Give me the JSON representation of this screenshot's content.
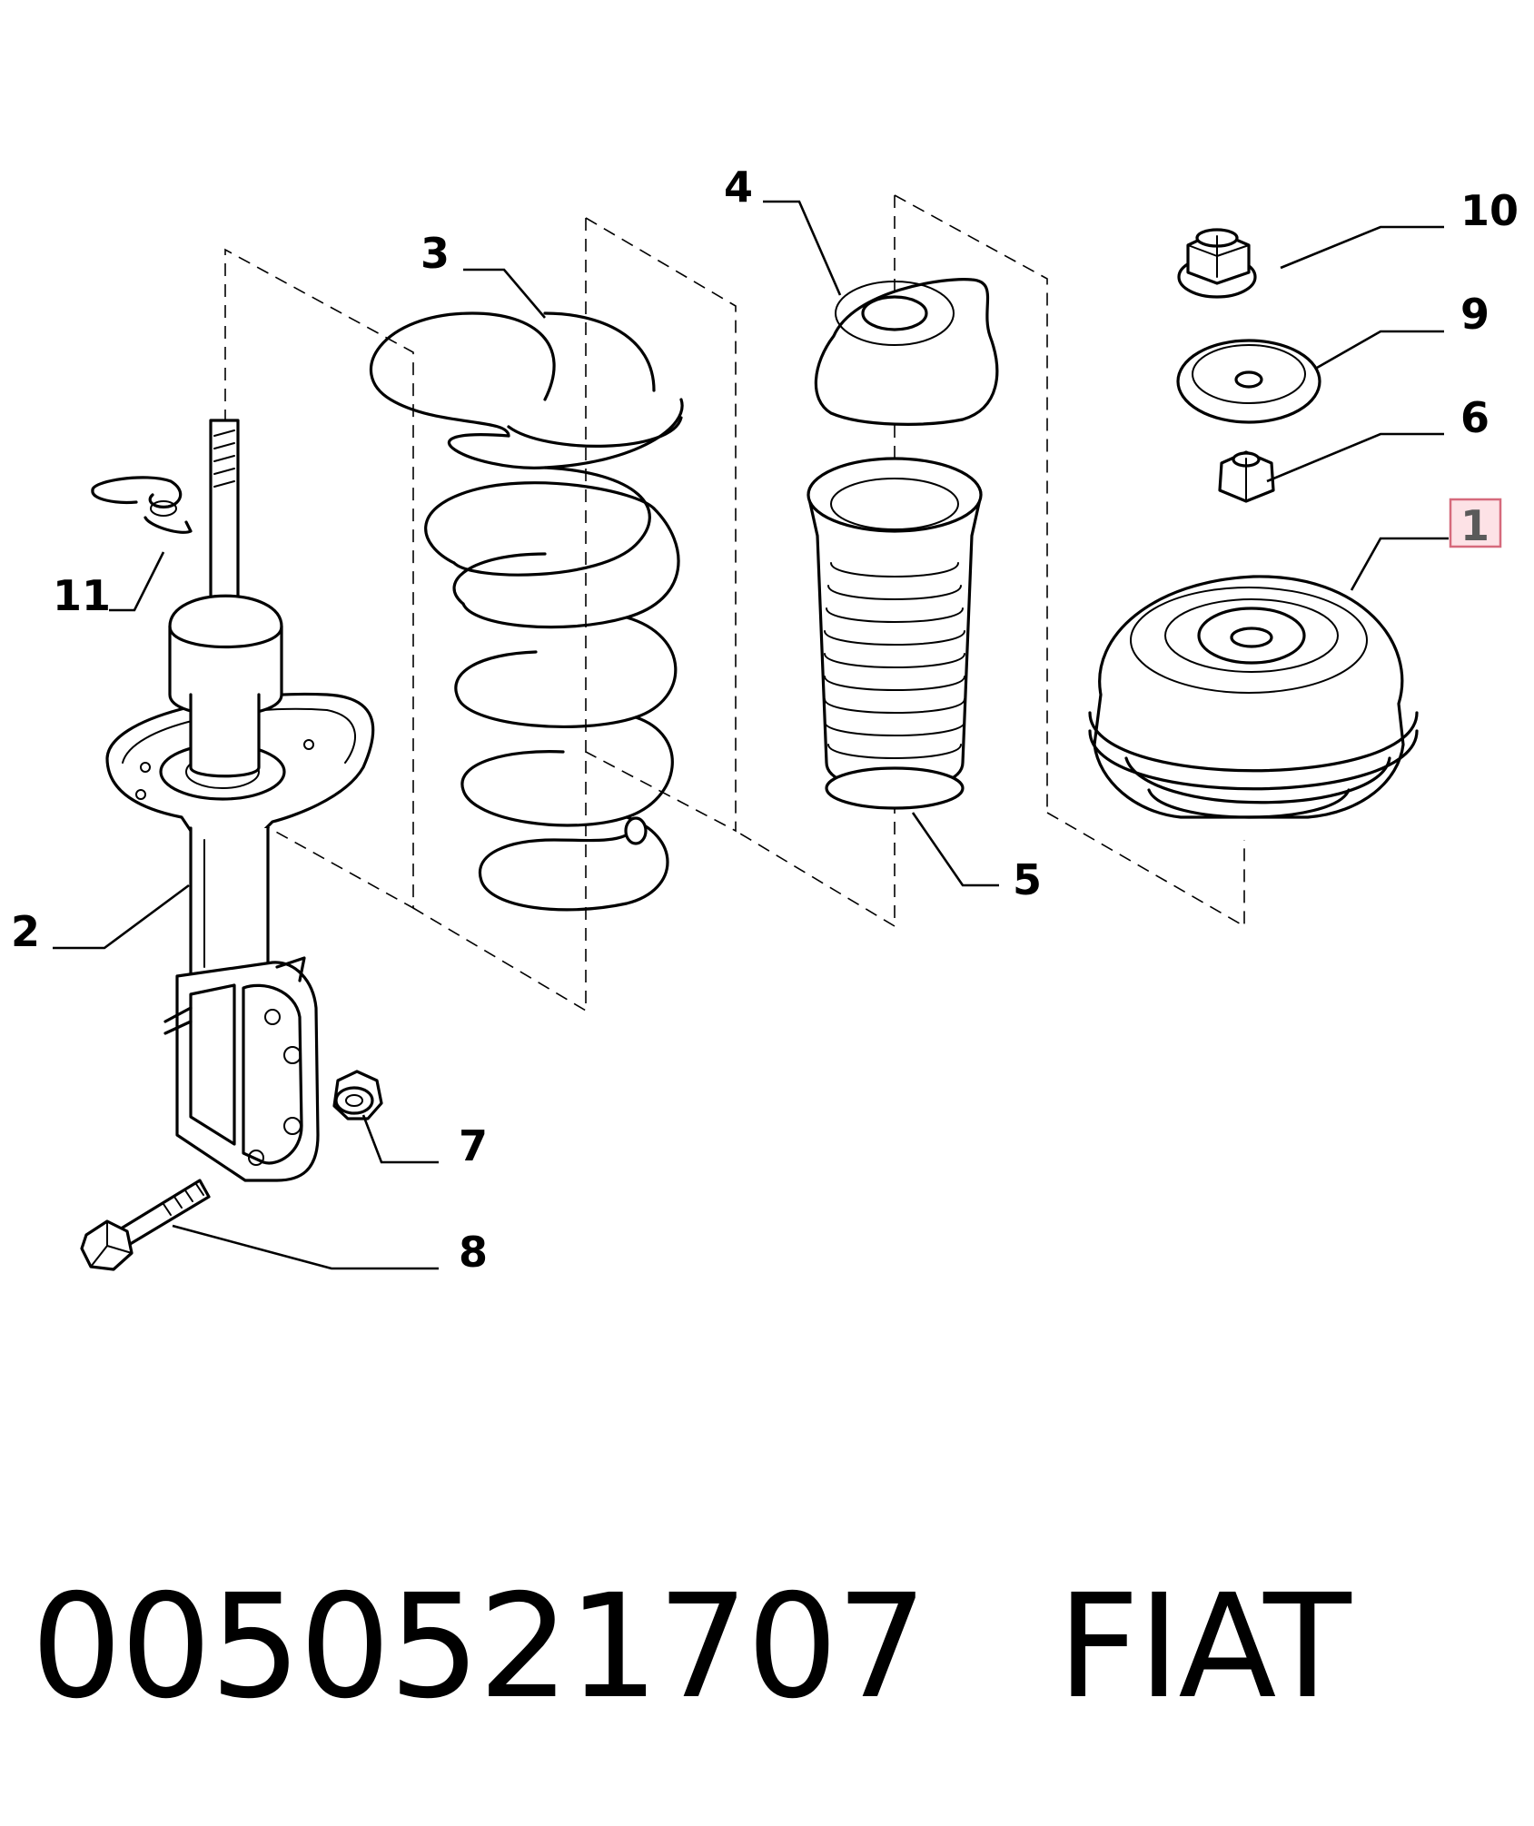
{
  "labels": {
    "l1": "1",
    "l2": "2",
    "l3": "3",
    "l4": "4",
    "l5": "5",
    "l6": "6",
    "l7": "7",
    "l8": "8",
    "l9": "9",
    "l10": "10",
    "l11": "11"
  },
  "highlighted_label": "1",
  "highlight_color": "#fde2e6",
  "footer": {
    "part_number": "0050521707",
    "brand": "FIAT"
  }
}
